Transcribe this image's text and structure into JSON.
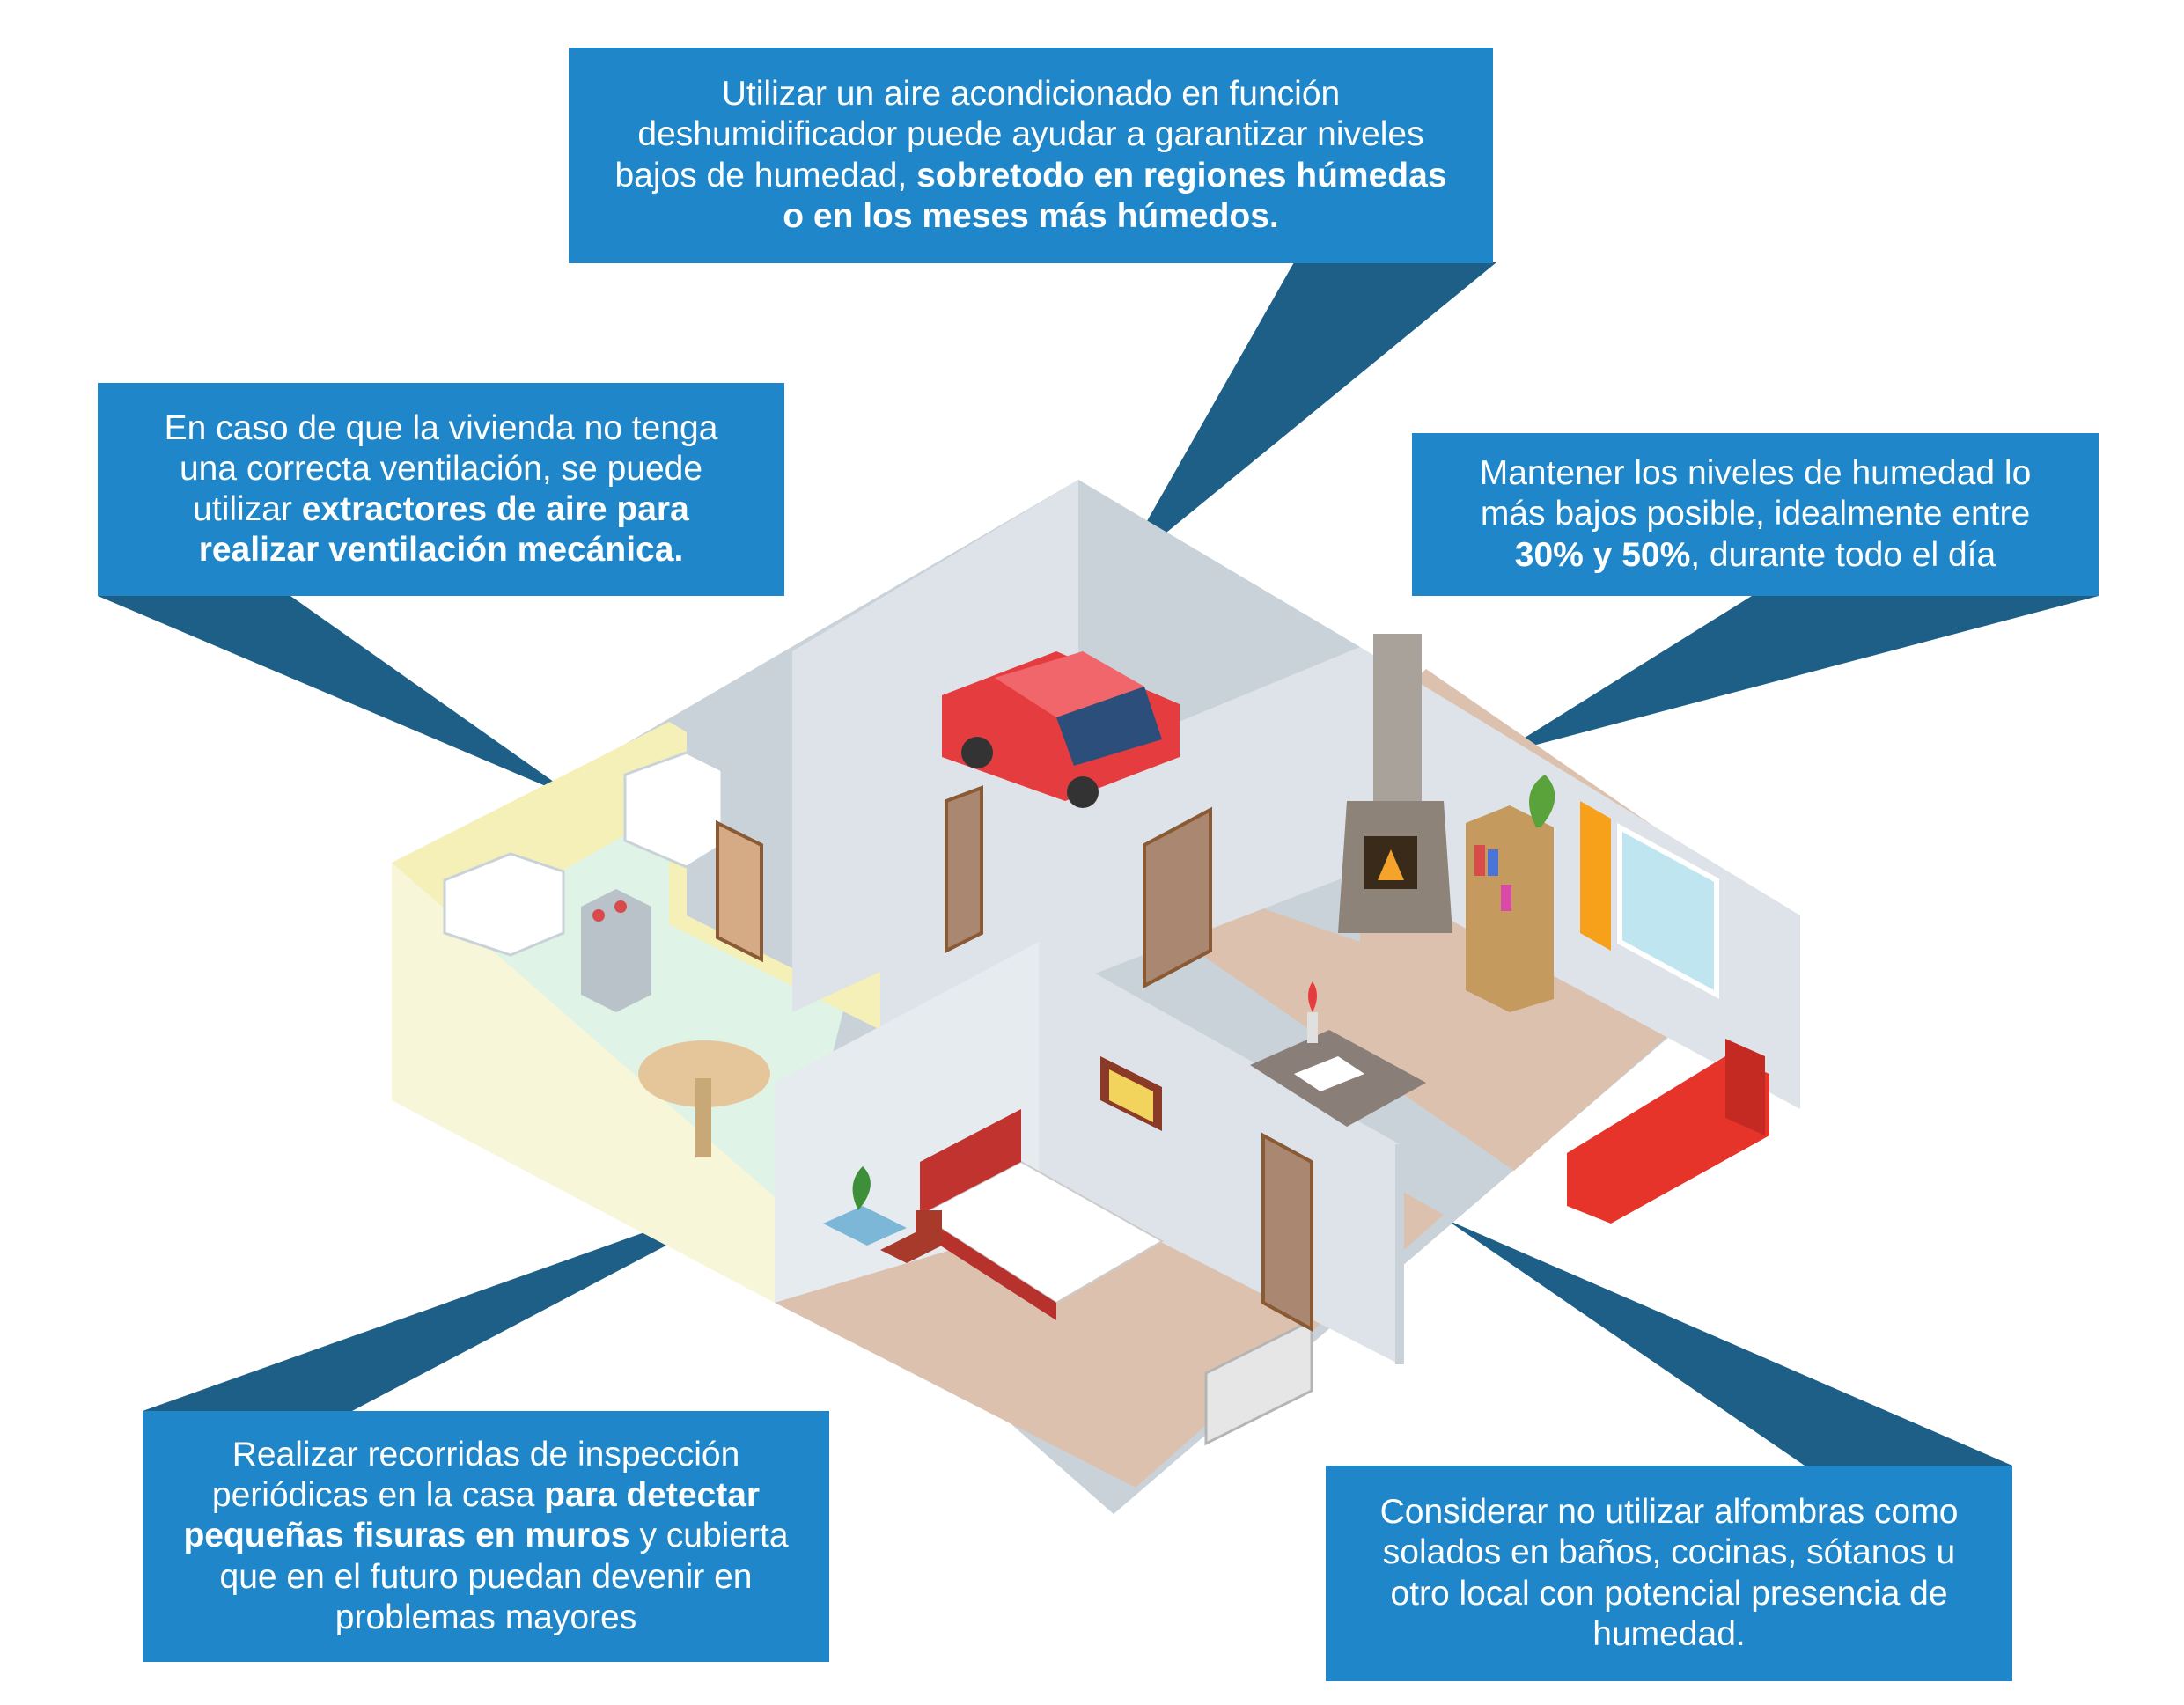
{
  "colors": {
    "callout_bg": "#1f87c9",
    "pointer": "#1d5f86",
    "wall": "#dde3e8",
    "kitchen_wall": "#f4f0b8",
    "floor": "#dcc2ae",
    "kitchen_floor": "#dff3e6",
    "car": "#e53c3f",
    "sofa": "#e6342b"
  },
  "callouts": {
    "top": {
      "line1": "Utilizar un aire acondicionado en función",
      "line2": "deshumidificador puede ayudar a garantizar niveles",
      "line3": "bajos de humedad,",
      "line3_bold": "sobretodo en regiones húmedas",
      "line4_bold": "o en los meses más húmedos."
    },
    "left": {
      "line1": "En caso de que la vivienda no tenga",
      "line2": "una correcta ventilación, se puede",
      "line3": "utilizar",
      "line3_bold": "extractores de aire para",
      "line4_bold": "realizar ventilación mecánica."
    },
    "right": {
      "line1": "Mantener los niveles de humedad lo",
      "line2": "más bajos posible, idealmente entre",
      "line3_bold": "30% y 50%",
      "line3": ", durante todo el día"
    },
    "bottom_left": {
      "line1": "Realizar recorridas de inspección",
      "line2": "periódicas en la casa",
      "line2_bold": "para detectar",
      "line3_bold": "pequeñas fisuras en muros",
      "line3": "y cubierta",
      "line4": "que en el futuro puedan devenir en",
      "line5": "problemas mayores"
    },
    "bottom_right": {
      "line1": "Considerar no utilizar alfombras como",
      "line2": "solados en baños, cocinas, sótanos u",
      "line3": "otro local con potencial presencia de",
      "line4": "humedad."
    }
  },
  "icons": {
    "car": "car-icon",
    "fireplace": "fireplace-icon",
    "bookshelf": "bookshelf-icon",
    "sofa": "sofa-icon",
    "bed": "bed-icon",
    "radiator": "radiator-icon",
    "stove": "stove-icon",
    "plant": "plant-icon",
    "table": "table-icon",
    "window": "window-icon",
    "picture": "picture-frame-icon"
  }
}
